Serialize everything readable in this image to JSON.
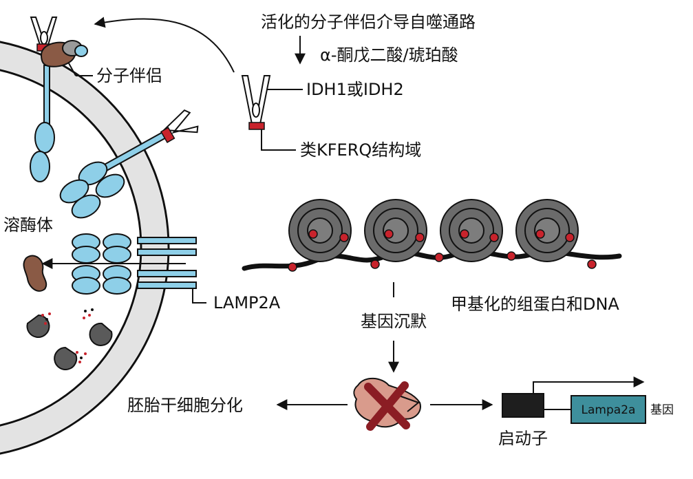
{
  "labels": {
    "pathway_title": "活化的分子伴侣介导自噬通路",
    "metabolite": "α-酮戊二酸/琥珀酸",
    "chaperone": "分子伴侣",
    "enzyme": "IDH1或IDH2",
    "motif": "类KFERQ结构域",
    "lysosome": "溶酶体",
    "receptor": "LAMP2A",
    "methylation": "甲基化的组蛋白和DNA",
    "silencing": "基因沉默",
    "differentiation": "胚胎干细胞分化",
    "promoter": "启动子",
    "gene_name": "Lampa2a",
    "gene_suffix": "基因"
  },
  "colors": {
    "membrane": "#e3e3e3",
    "lamp_blue": "#8ecfe8",
    "gene_box": "#3e8f9c",
    "motif_red": "#c8232c",
    "chaperone_brown": "#8a5a45",
    "nucleosome_gray": "#6b6b6b",
    "methyl_red": "#c8232c",
    "blocked_protein": "#d99b8c",
    "x_mark": "#8b1d24"
  }
}
